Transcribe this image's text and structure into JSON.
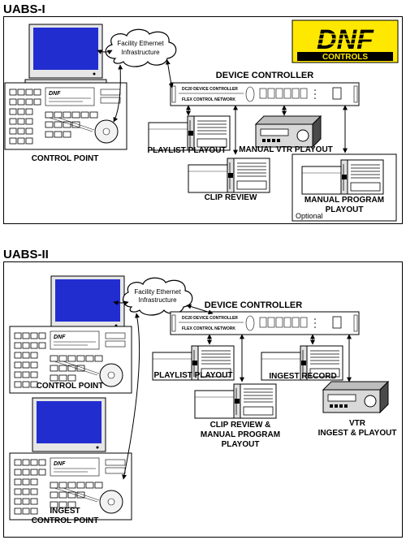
{
  "sections": [
    {
      "title": "UABS-I",
      "cloud_text": [
        "Facility Ethernet",
        "Infrastructure"
      ],
      "device_controller": "DEVICE CONTROLLER",
      "control_point": "CONTROL POINT",
      "playlist": "PLAYLIST PLAYOUT",
      "manual_vtr": "MANUAL VTR PLAYOUT",
      "clip_review": "CLIP REVIEW",
      "manual_program": [
        "MANUAL PROGRAM",
        "PLAYOUT"
      ],
      "optional": "Optional"
    },
    {
      "title": "UABS-II",
      "cloud_text": [
        "Facility Ethernet",
        "Infrastructure"
      ],
      "device_controller": "DEVICE CONTROLLER",
      "control_point": "CONTROL POINT",
      "ingest_control_point": [
        "INGEST",
        "CONTROL POINT"
      ],
      "playlist": "PLAYLIST PLAYOUT",
      "ingest_record": "INGEST RECORD",
      "clip_review": [
        "CLIP REVIEW &",
        "MANUAL PROGRAM",
        "PLAYOUT"
      ],
      "vtr": [
        "VTR",
        "INGEST & PLAYOUT"
      ]
    }
  ],
  "logo": {
    "main": "DNF",
    "sub": "CONTROLS",
    "bg": "#ffe800",
    "fg": "#000000"
  },
  "dc_small_text": {
    "top": "DC20 DEVICE CONTROLLER",
    "bottom": "FLEX CONTROL NETWORK"
  },
  "keypad_brand": "DNF"
}
